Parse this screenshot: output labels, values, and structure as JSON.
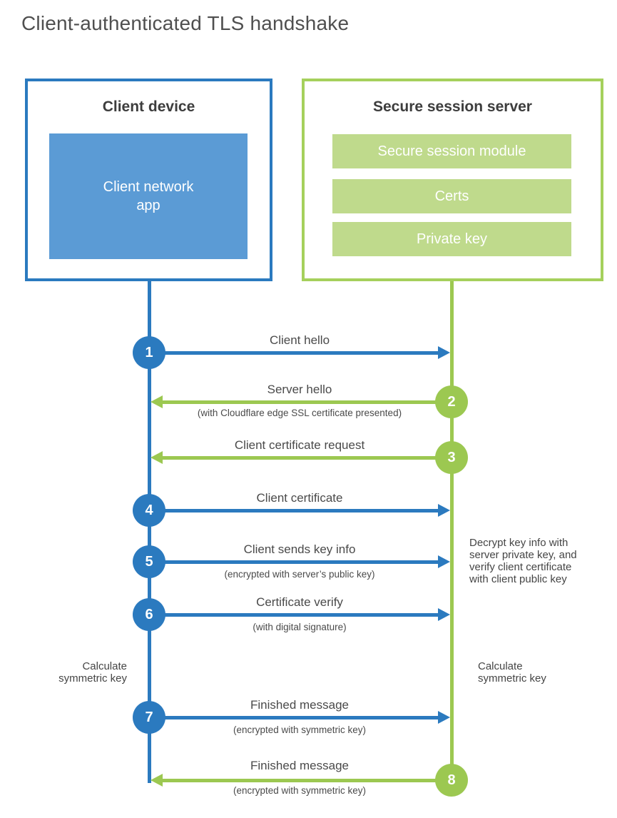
{
  "diagram": {
    "title": "Client-authenticated TLS handshake",
    "colors": {
      "blue": "#2b7abf",
      "blue_fill": "#5b9bd5",
      "green": "#9cc851",
      "green_border": "#a5d05c",
      "green_fill": "#bfda8c"
    },
    "client": {
      "title": "Client device",
      "app_label": "Client network app"
    },
    "server": {
      "title": "Secure session server",
      "modules": [
        "Secure session module",
        "Certs",
        "Private key"
      ]
    },
    "steps": [
      {
        "num": "1",
        "from": "client",
        "to": "server",
        "label": "Client hello",
        "sub": ""
      },
      {
        "num": "2",
        "from": "server",
        "to": "client",
        "label": "Server hello",
        "sub": "(with Cloudflare edge SSL certificate presented)"
      },
      {
        "num": "3",
        "from": "server",
        "to": "client",
        "label": "Client certificate request",
        "sub": ""
      },
      {
        "num": "4",
        "from": "client",
        "to": "server",
        "label": "Client certificate",
        "sub": ""
      },
      {
        "num": "5",
        "from": "client",
        "to": "server",
        "label": "Client sends key info",
        "sub": "(encrypted with server’s public key)"
      },
      {
        "num": "6",
        "from": "client",
        "to": "server",
        "label": "Certificate verify",
        "sub": "(with digital signature)"
      },
      {
        "num": "7",
        "from": "client",
        "to": "server",
        "label": "Finished message",
        "sub": "(encrypted with symmetric key)"
      },
      {
        "num": "8",
        "from": "server",
        "to": "client",
        "label": "Finished message",
        "sub": "(encrypted with symmetric key)"
      }
    ],
    "notes": {
      "decrypt": "Decrypt key info with server private key, and verify client certificate with client public key",
      "calc_client": "Calculate symmetric key",
      "calc_server": "Calculate symmetric key"
    }
  }
}
